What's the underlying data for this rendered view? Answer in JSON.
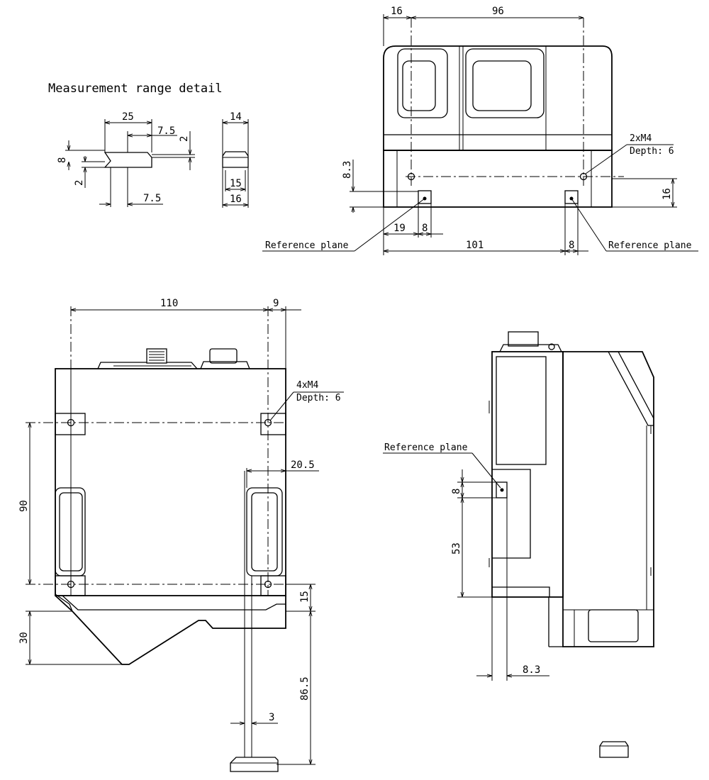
{
  "detail": {
    "title": "Measurement range detail",
    "dims": {
      "w25": "25",
      "w7_5_top": "7.5",
      "h2_right": "2",
      "h8": "8",
      "h2_left": "2",
      "w7_5_bot": "7.5",
      "w14": "14",
      "w15": "15",
      "w16": "16"
    }
  },
  "top_view": {
    "dims": {
      "w16": "16",
      "w96": "96",
      "h8_3": "8.3",
      "h16": "16",
      "w19": "19",
      "w8_left": "8",
      "w101": "101",
      "w8_right": "8"
    },
    "thread_label": "2xM4",
    "depth_label": "Depth: 6",
    "ref_plane_left": "Reference plane",
    "ref_plane_right": "Reference plane"
  },
  "front_view": {
    "dims": {
      "w110": "110",
      "w9": "9",
      "h90": "90",
      "w20_5": "20.5",
      "h15": "15",
      "h30": "30",
      "h86_5": "86.5",
      "w3": "3"
    },
    "thread_label": "4xM4",
    "depth_label": "Depth: 6"
  },
  "side_view": {
    "ref_plane": "Reference plane",
    "dims": {
      "h8": "8",
      "h53": "53",
      "w8_3": "8.3"
    }
  }
}
